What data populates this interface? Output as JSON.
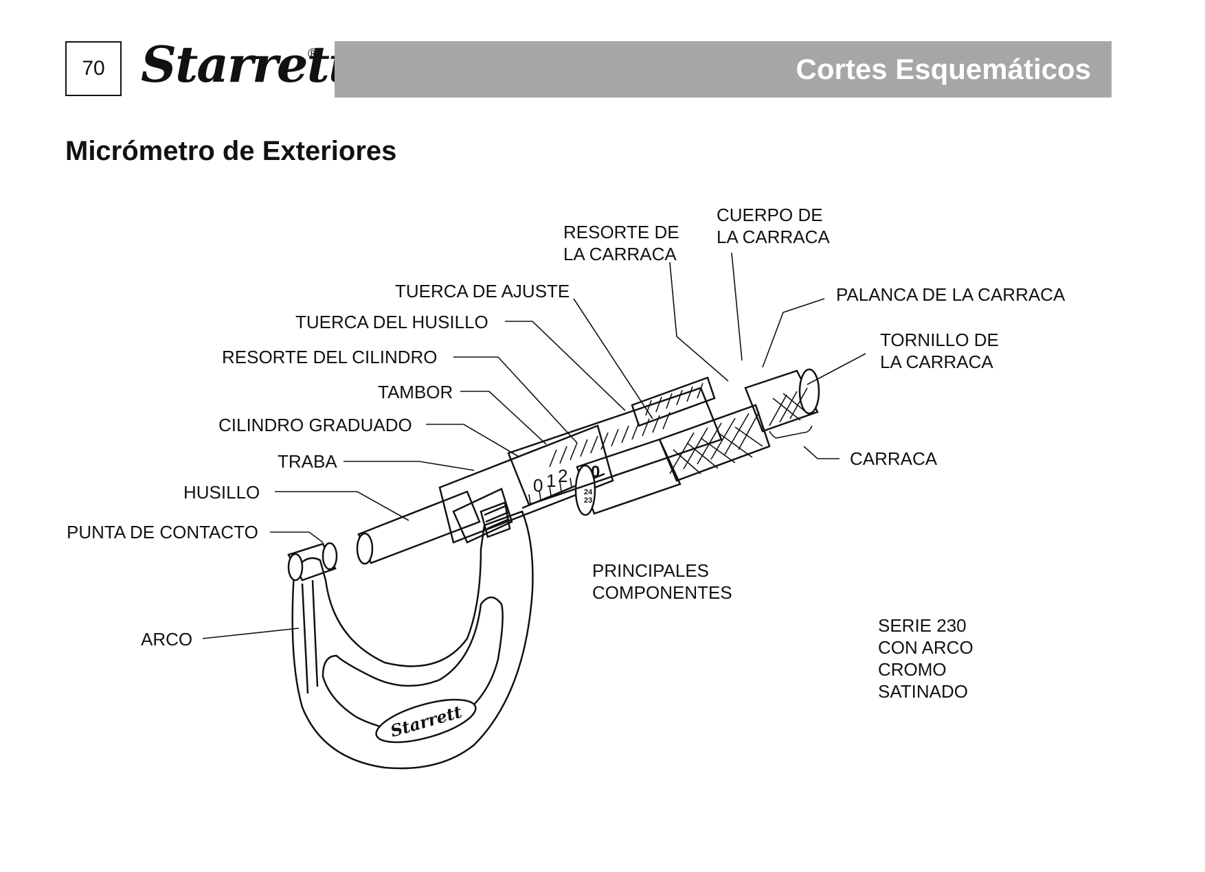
{
  "page_number": "70",
  "brand": {
    "logo_text": "Starrett",
    "registered": "®"
  },
  "header": {
    "title": "Cortes Esquemáticos"
  },
  "subtitle": "Micrómetro de Exteriores",
  "labels": {
    "resorte_carraca_1": "RESORTE DE",
    "resorte_carraca_2": "LA CARRACA",
    "cuerpo_carraca_1": "CUERPO DE",
    "cuerpo_carraca_2": "LA CARRACA",
    "tuerca_ajuste": "TUERCA DE AJUSTE",
    "palanca_carraca": "PALANCA DE LA CARRACA",
    "tuerca_husillo": "TUERCA DEL HUSILLO",
    "tornillo_carraca_1": "TORNILLO DE",
    "tornillo_carraca_2": "LA CARRACA",
    "resorte_cilindro": "RESORTE DEL CILINDRO",
    "tambor": "TAMBOR",
    "cilindro_graduado": "CILINDRO GRADUADO",
    "carraca": "CARRACA",
    "traba": "TRABA",
    "husillo": "HUSILLO",
    "punta_contacto": "PUNTA DE CONTACTO",
    "arco": "ARCO"
  },
  "caption": {
    "line1": "PRINCIPALES",
    "line2": "COMPONENTES"
  },
  "series": {
    "line1": "SERIE 230",
    "line2": "CON ARCO",
    "line3": "CROMO",
    "line4": "SATINADO"
  },
  "scale": {
    "sleeve_digits": [
      "0",
      "1",
      "2"
    ],
    "thimble_zero": "0",
    "thimble_numbers": [
      "24",
      "23"
    ]
  },
  "frame_logo": "Starrett"
}
